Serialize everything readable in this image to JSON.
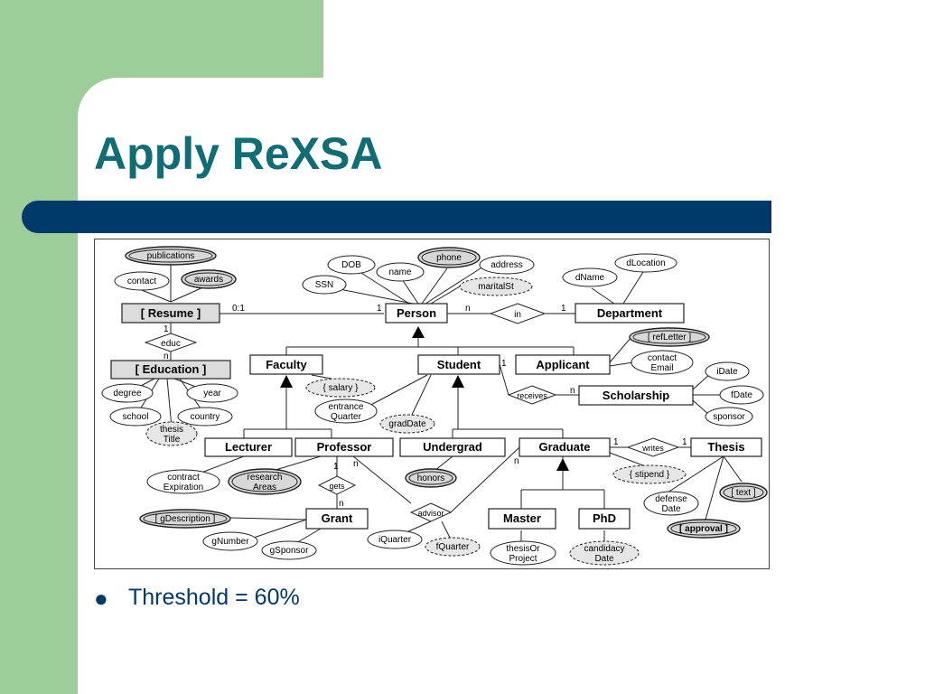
{
  "slide": {
    "title": "Apply ReXSA",
    "bullet": "Threshold = 60%",
    "colors": {
      "side": "#9dcd98",
      "title": "#0f6d73",
      "bar": "#003a6a",
      "text": "#003a6a"
    }
  },
  "diagram": {
    "entities": {
      "resume": "[ Resume ]",
      "person": "Person",
      "department": "Department",
      "education": "[ Education ]",
      "faculty": "Faculty",
      "student": "Student",
      "applicant": "Applicant",
      "scholarship": "Scholarship",
      "lecturer": "Lecturer",
      "professor": "Professor",
      "undergrad": "Undergrad",
      "graduate": "Graduate",
      "thesis": "Thesis",
      "grant": "Grant",
      "master": "Master",
      "phd": "PhD"
    },
    "relationships": {
      "educ": "educ",
      "in": "in",
      "receives": "receives",
      "writes": "writes",
      "gets": "gets",
      "advisor": "advisor"
    },
    "attributes": {
      "publications": "publications",
      "contact": "contact",
      "awards": "awards",
      "dob": "DOB",
      "ssn": "SSN",
      "name": "name",
      "phone": "phone",
      "address": "address",
      "maritalst": "maritalSt",
      "dname": "dName",
      "dlocation": "dLocation",
      "refletter": "[ refLetter ]",
      "contactemail_1": "contact",
      "contactemail_2": "Email",
      "degree": "degree",
      "year": "year",
      "school": "school",
      "country": "country",
      "thesistitle_1": "thesis",
      "thesistitle_2": "Title",
      "salary": "{ salary }",
      "entrance_1": "entrance",
      "entrance_2": "Quarter",
      "graddate": "gradDate",
      "idate": "iDate",
      "fdate": "fDate",
      "sponsor": "sponsor",
      "contractexp_1": "contract",
      "contractexp_2": "Expiration",
      "research_1": "research",
      "research_2": "Areas",
      "honors": "honors",
      "stipend": "{ stipend }",
      "defense_1": "defense",
      "defense_2": "Date",
      "text": "[ text ]",
      "approval": "[ approval ]",
      "gdescription": "[ gDescription ]",
      "gnumber": "gNumber",
      "gsponsor": "gSponsor",
      "iquarter": "iQuarter",
      "fquarter": "fQuarter",
      "thesisor_1": "thesisOr",
      "thesisor_2": "Project",
      "candidacy_1": "candidacy",
      "candidacy_2": "Date"
    },
    "cardinalities": {
      "resume_person": "0:1",
      "person_resume": "1",
      "person_in": "n",
      "in_department": "1",
      "resume_educ": "1",
      "educ_education": "n",
      "student_receives": "1",
      "receives_scholarship": "n",
      "graduate_writes": "1",
      "writes_thesis": "1",
      "professor_gets": "1",
      "gets_grant": "n",
      "professor_advisor": "n",
      "advisor_graduate": "n"
    }
  }
}
